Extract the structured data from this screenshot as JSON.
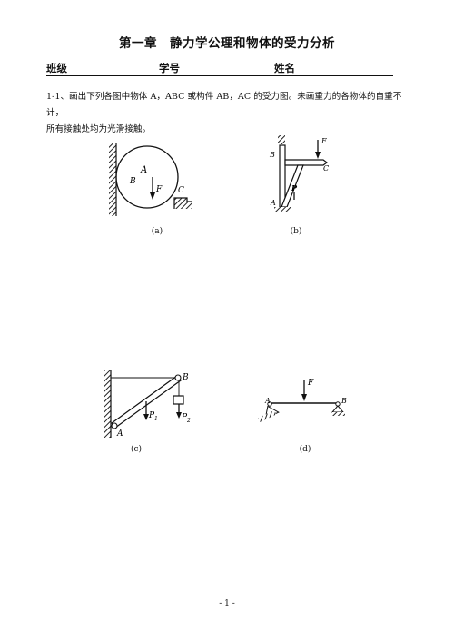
{
  "page": {
    "title": "第一章　静力学公理和物体的受力分析",
    "info_fields": {
      "class_label": "班级",
      "student_id_label": "学号",
      "name_label": "姓名"
    },
    "problem": {
      "number": "1-1、",
      "text_line1": "画出下列各图中物体 A，ABC 或构件 AB，AC 的受力图。未画重力的各物体的自重不计，",
      "text_line2": "所有接触处均为光滑接触。"
    },
    "figures": [
      {
        "caption": "(a)",
        "labels": [
          "A",
          "B",
          "F",
          "C"
        ]
      },
      {
        "caption": "(b)",
        "labels": [
          "F",
          "B",
          "C",
          "P",
          "A"
        ]
      },
      {
        "caption": "(c)",
        "labels": [
          "B",
          "P",
          "1",
          "P",
          "2",
          "A"
        ]
      },
      {
        "caption": "(d)",
        "labels": [
          "F",
          "A",
          "B"
        ]
      }
    ],
    "page_number": "- 1 -"
  }
}
